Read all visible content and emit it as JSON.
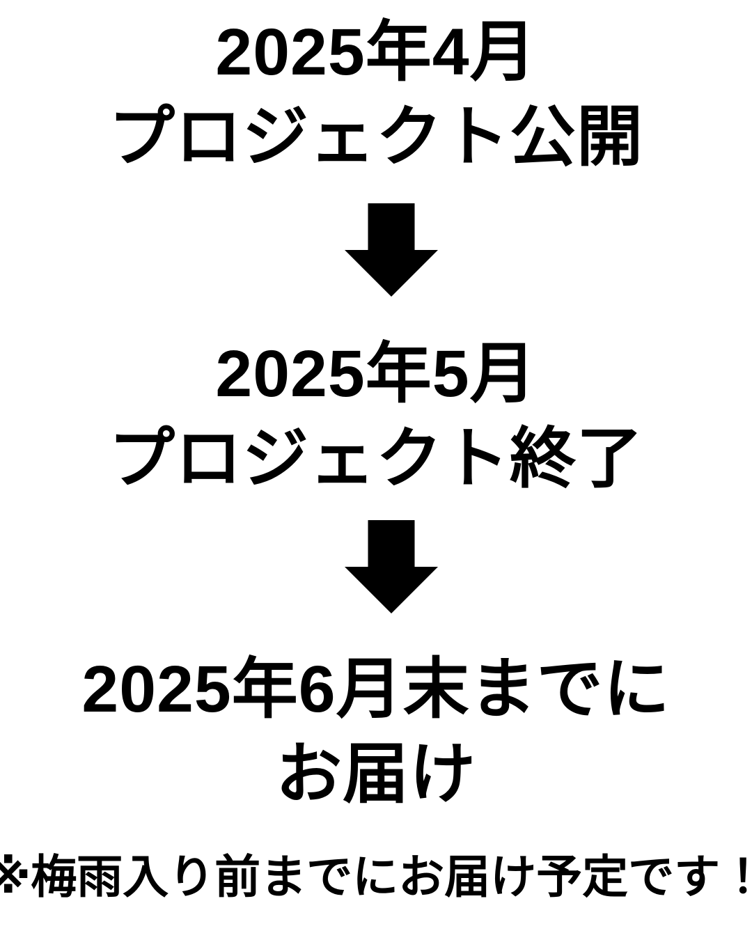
{
  "canvas": {
    "background_color": "#ffffff",
    "text_color": "#000000",
    "arrow_color": "#000000"
  },
  "timeline": {
    "steps": [
      {
        "date": "2025年4月",
        "event": "プロジェクト公開"
      },
      {
        "date": "2025年5月",
        "event": "プロジェクト終了"
      },
      {
        "date": "2025年6月末までに",
        "event": "お届け"
      }
    ],
    "arrow_icon": "down-arrow",
    "note": "※梅雨入り前までにお届け予定です！"
  }
}
